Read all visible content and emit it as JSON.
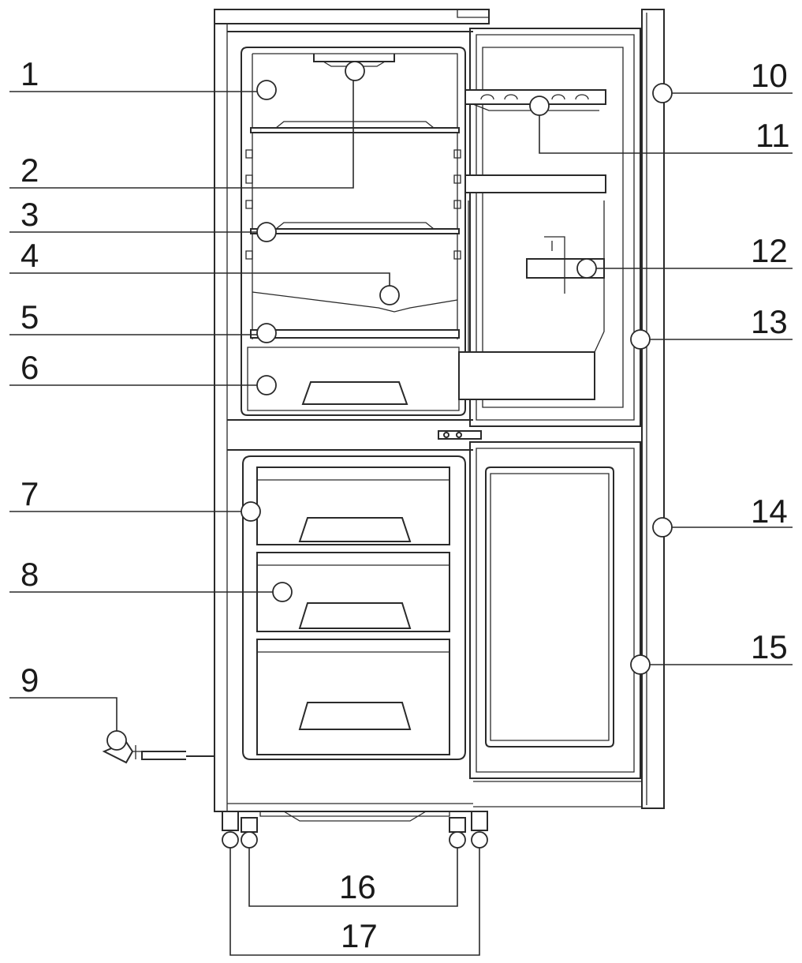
{
  "diagram": {
    "callouts": [
      {
        "num": "1",
        "label": "1"
      },
      {
        "num": "2",
        "label": "2"
      },
      {
        "num": "3",
        "label": "3"
      },
      {
        "num": "4",
        "label": "4"
      },
      {
        "num": "5",
        "label": "5"
      },
      {
        "num": "6",
        "label": "6"
      },
      {
        "num": "7",
        "label": "7"
      },
      {
        "num": "8",
        "label": "8"
      },
      {
        "num": "9",
        "label": "9"
      },
      {
        "num": "10",
        "label": "10"
      },
      {
        "num": "11",
        "label": "11"
      },
      {
        "num": "12",
        "label": "12"
      },
      {
        "num": "13",
        "label": "13"
      },
      {
        "num": "14",
        "label": "14"
      },
      {
        "num": "15",
        "label": "15"
      },
      {
        "num": "16",
        "label": "16"
      },
      {
        "num": "17",
        "label": "17"
      }
    ]
  }
}
